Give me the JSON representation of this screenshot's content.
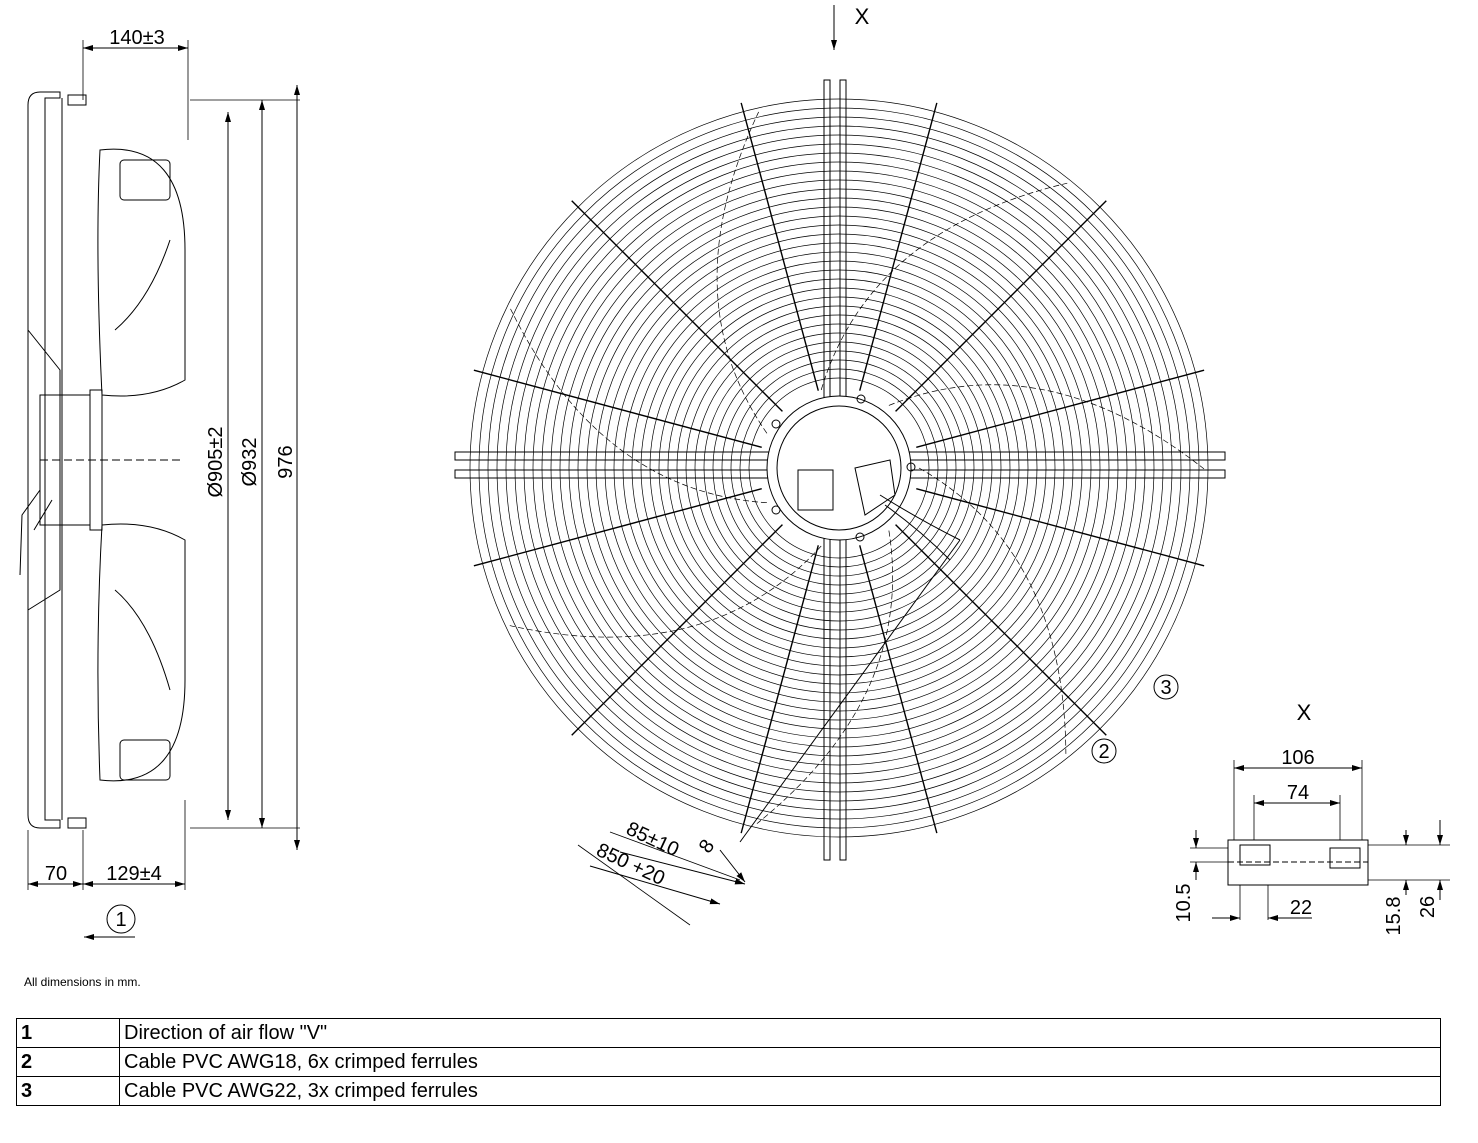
{
  "side_view": {
    "dim_140": "140±3",
    "dim_905": "Ø905±2",
    "dim_932": "Ø932",
    "dim_976": "976",
    "dim_70": "70",
    "dim_129": "129±4",
    "callout_1": "1"
  },
  "front_view": {
    "view_x_label": "X",
    "callout_2": "2",
    "callout_3": "3",
    "dim_85": "85±10",
    "dim_850": "850 +20",
    "dim_8": "8"
  },
  "detail_x": {
    "title": "X",
    "dim_106": "106",
    "dim_74": "74",
    "dim_22": "22",
    "dim_10_5": "10.5",
    "dim_15_8": "15.8",
    "dim_26": "26"
  },
  "note": "All dimensions in mm.",
  "legend": [
    {
      "num": "1",
      "text": "Direction of air flow \"V\""
    },
    {
      "num": "2",
      "text": "Cable PVC AWG18, 6x crimped ferrules"
    },
    {
      "num": "3",
      "text": "Cable PVC AWG22, 3x crimped ferrules"
    }
  ]
}
